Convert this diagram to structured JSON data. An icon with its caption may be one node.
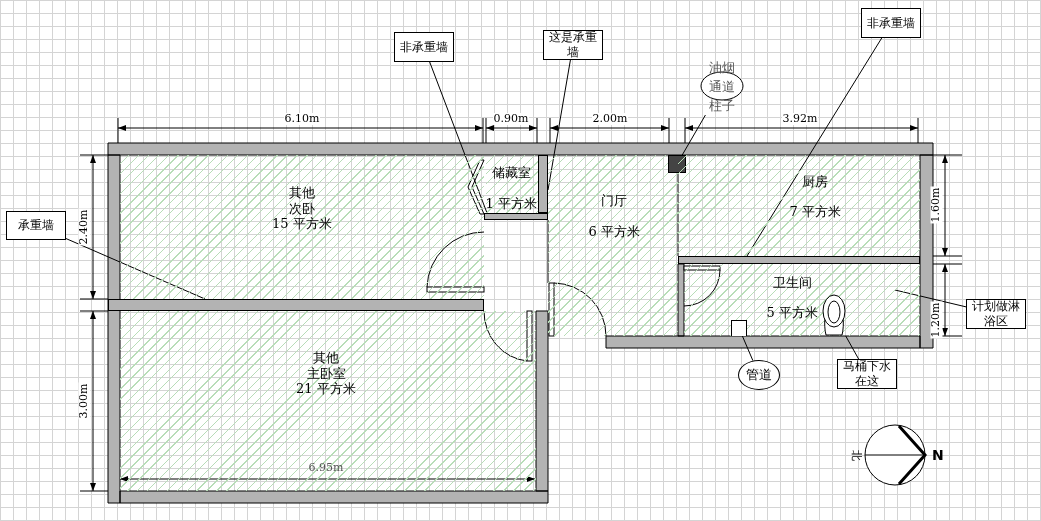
{
  "diagram": {
    "nodes": [
      {
        "text": [
          "非承重墙"
        ]
      },
      {
        "text": [
          "这是承重墙"
        ]
      },
      {
        "text": [
          "油烟通道柱子"
        ]
      },
      {
        "text": [
          "非承重墙"
        ]
      },
      {
        "text": [
          "承重墙"
        ]
      },
      {
        "text": [
          "其他",
          "次卧",
          "15 平方米"
        ]
      },
      {
        "text": [
          "储藏室",
          "1 平方米"
        ]
      },
      {
        "text": [
          "门厅",
          "6 平方米"
        ]
      },
      {
        "text": [],
        "shape": "box"
      },
      {
        "text": [
          "厨房",
          "7 平方米"
        ]
      },
      {
        "text": [
          "卫生间",
          "5 平方米"
        ]
      },
      {
        "text": [
          "计划做淋浴区"
        ]
      },
      {
        "text": [],
        "shape": "box",
        "in": 10
      },
      {
        "text": [],
        "shape": "picture",
        "in": 10
      },
      {
        "text": [
          "管道"
        ]
      },
      {
        "text": [
          "马桶下水在这"
        ]
      },
      {
        "text": [
          "其他",
          "主卧室",
          "21 平方米"
        ]
      },
      {
        "text": [],
        "shape": "bar"
      },
      {
        "text": [],
        "shape": "bar"
      },
      {
        "text": [],
        "shape": "bar"
      },
      {
        "text": [],
        "shape": "bar"
      }
    ],
    "edges": [
      {
        "from": 0,
        "to": 17,
        "arrow": "none"
      },
      {
        "from": 1,
        "to": 18,
        "arrow": "none"
      },
      {
        "from": 2,
        "to": 8,
        "arrow": "none"
      },
      {
        "from": 3,
        "to": 19,
        "arrow": "none"
      },
      {
        "from": 4,
        "to": 20,
        "arrow": "none"
      },
      {
        "from": 11,
        "to": null,
        "arrow": "none"
      },
      {
        "from": 14,
        "to": 12,
        "arrow": "none"
      },
      {
        "from": 15,
        "to": 13,
        "arrow": "none"
      }
    ],
    "labels": [
      "6.10m",
      "0.90m",
      "2.00m",
      "3.92m",
      "2.40m",
      "1.60m",
      "1.20m",
      "3.00m",
      "6.95m",
      "北",
      "N"
    ]
  }
}
